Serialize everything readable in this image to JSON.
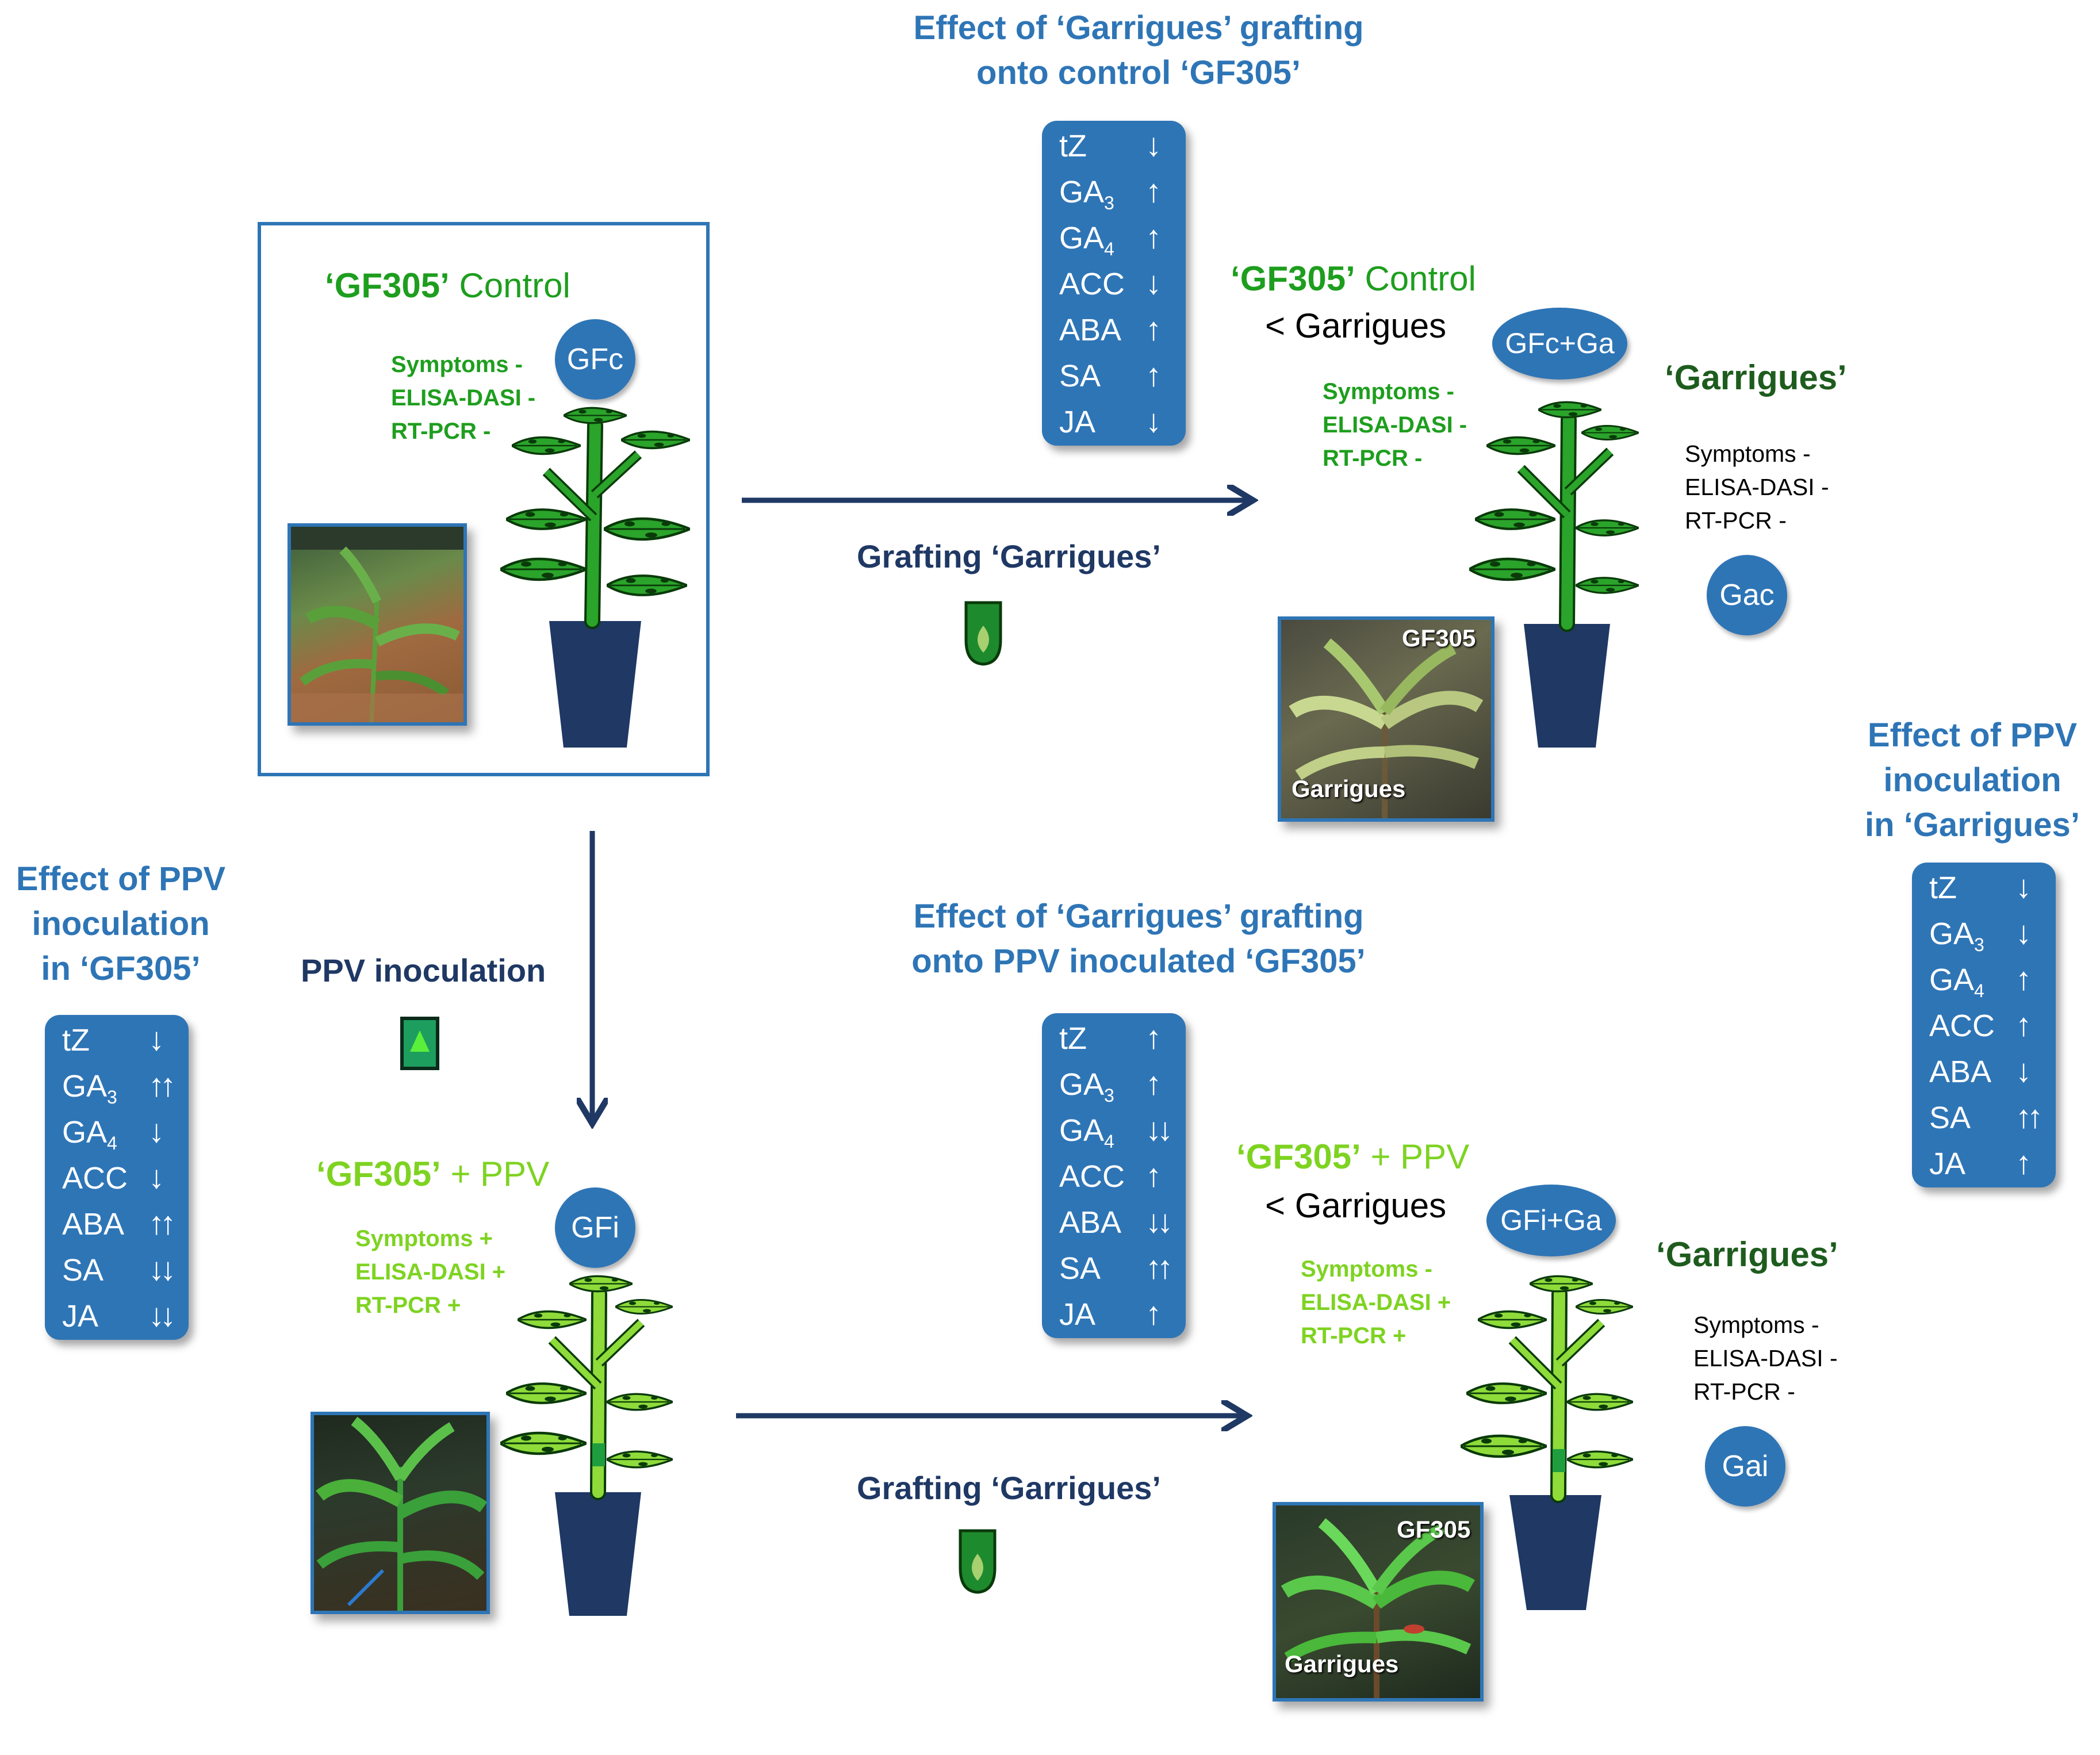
{
  "headers": {
    "top_center": [
      "Effect of ‘Garrigues’ grafting",
      "onto control ‘GF305’"
    ],
    "mid_center": [
      "Effect of ‘Garrigues’ grafting",
      "onto PPV inoculated ‘GF305’"
    ],
    "left": [
      "Effect of PPV",
      "inoculation",
      "in ‘GF305’"
    ],
    "right": [
      "Effect of PPV",
      "inoculation",
      "in ‘Garrigues’"
    ]
  },
  "hormones": [
    "tZ",
    "GA",
    "GA",
    "ACC",
    "ABA",
    "SA",
    "JA"
  ],
  "hormone_subs": [
    "",
    "3",
    "4",
    "",
    "",
    "",
    ""
  ],
  "box_top": [
    "↓",
    "↑",
    "↑",
    "↓",
    "↑",
    "↑",
    "↓"
  ],
  "box_mid": [
    "↑",
    "↑",
    "↓↓",
    "↑",
    "↓↓",
    "↑↑",
    "↑"
  ],
  "box_left": [
    "↓",
    "↑↑",
    "↓",
    "↓",
    "↑↑",
    "↓↓",
    "↓↓"
  ],
  "box_right": [
    "↓",
    "↓",
    "↑",
    "↑",
    "↓",
    "↑↑",
    "↑"
  ],
  "gfc": {
    "title_bold": "‘GF305’",
    "title_rest": " Control",
    "code": "GFc",
    "diag": [
      "Symptoms  -",
      "ELISA-DASI  -",
      "RT-PCR -"
    ]
  },
  "gfi": {
    "title_bold": "‘GF305’",
    "title_rest": " + PPV",
    "code": "GFi",
    "diag": [
      "Symptoms  +",
      "ELISA-DASI  +",
      "RT-PCR +"
    ]
  },
  "gfcga": {
    "title_bold": "‘GF305’",
    "title_rest": " Control",
    "line2": "< Garrigues",
    "code": "GFc+Ga",
    "diag": [
      "Symptoms  -",
      "ELISA-DASI  -",
      "RT-PCR -"
    ],
    "scion": "‘Garrigues’",
    "scion_diag": [
      "Symptoms  -",
      "ELISA-DASI -",
      "RT-PCR  -"
    ],
    "scion_code": "Gac"
  },
  "gfiga": {
    "title_bold": "‘GF305’",
    "title_rest": " + PPV",
    "line2": "< Garrigues",
    "code": "GFi+Ga",
    "diag": [
      "Symptoms  -",
      "ELISA-DASI  +",
      "RT-PCR +"
    ],
    "scion": "‘Garrigues’",
    "scion_diag": [
      "Symptoms  -",
      "ELISA-DASI -",
      "RT-PCR  -"
    ],
    "scion_code": "Gai"
  },
  "steps": {
    "grafting_top": "Grafting  ‘Garrigues’",
    "grafting_bottom": "Grafting  ‘Garrigues’",
    "ppv": "PPV inoculation"
  },
  "photo_labels": {
    "top_gf": "GF305",
    "top_ga": "Garrigues",
    "bot_gf": "GF305",
    "bot_ga": "Garrigues"
  },
  "colors": {
    "blue": "#2e75b6",
    "navy": "#1f3864",
    "green": "#1e9e1e",
    "light_green": "#7ed321",
    "dark_green": "#1e5c1e"
  }
}
